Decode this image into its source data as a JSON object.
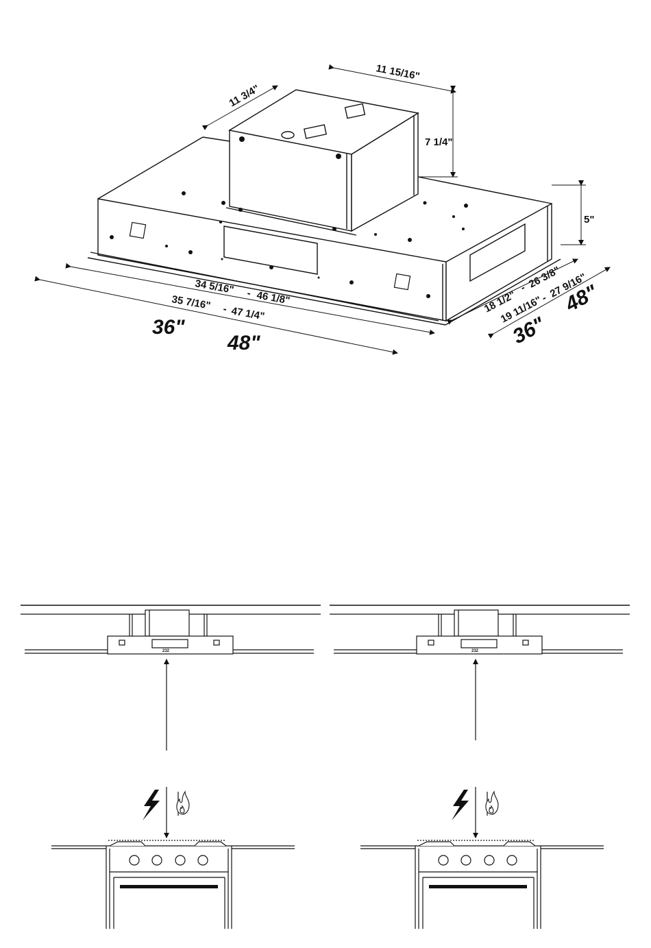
{
  "dimensions": {
    "duct_width": "11 15/16\"",
    "duct_depth": "11 3/4\"",
    "duct_height": "7 1/4\"",
    "body_height": "5\"",
    "inner_width_min": "34 5/16\"",
    "inner_width_max": "46 1/8\"",
    "outer_width_min": "35 7/16\"",
    "outer_width_max": "47 1/4\"",
    "inner_depth_min": "18 1/2\"",
    "inner_depth_max": "26 3/8\"",
    "outer_depth_min": "19 11/16\"",
    "outer_depth_max": "27 9/16\"",
    "separator": "-",
    "size_36": "36\"",
    "size_48": "48\""
  },
  "install_views": [
    {
      "hood_label": "232"
    },
    {
      "hood_label": "232"
    }
  ],
  "icons": {
    "electric": "lightning-bolt-icon",
    "gas": "flame-icon"
  }
}
